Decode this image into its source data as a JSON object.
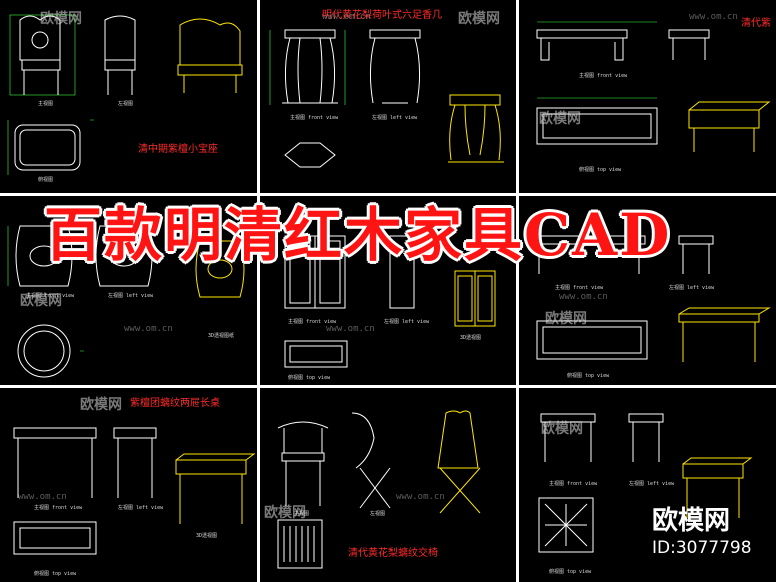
{
  "headline": "百款明清红木家具CAD",
  "brand": {
    "name": "欧模网",
    "id_text": "ID:3077798"
  },
  "watermarks": [
    "欧模网",
    "www.om.cn"
  ],
  "panels": [
    {
      "title": "清中期紫檀小宝座",
      "captions": [
        "主视图",
        "左视图",
        "俯视图"
      ]
    },
    {
      "title": "明代黄花梨荷叶式六足香几",
      "captions": [
        "主视图 front view",
        "左视图 left view"
      ]
    },
    {
      "title": "清代紫",
      "captions": [
        "主视图 front view",
        "俯视图 top view"
      ]
    },
    {
      "title": "",
      "captions": [
        "主视图 front view",
        "左视图 left view",
        "3D透视图纸"
      ]
    },
    {
      "title": "",
      "captions": [
        "主视图 front view",
        "左视图 left view",
        "俯视图 top view",
        "3D透视图"
      ]
    },
    {
      "title": "",
      "captions": [
        "主视图 front view",
        "左视图 left view",
        "俯视图 top view"
      ]
    },
    {
      "title": "紫檀团螭纹两屉长桌",
      "captions": [
        "主视图 front view",
        "左视图 left view",
        "俯视图 top view",
        "3D透视图"
      ]
    },
    {
      "title": "清代黄花梨螭纹交椅",
      "captions": [
        "主视图",
        "左视图"
      ]
    },
    {
      "title": "",
      "captions": [
        "主视图 front view",
        "左视图 left view",
        "俯视图 top view"
      ]
    }
  ]
}
